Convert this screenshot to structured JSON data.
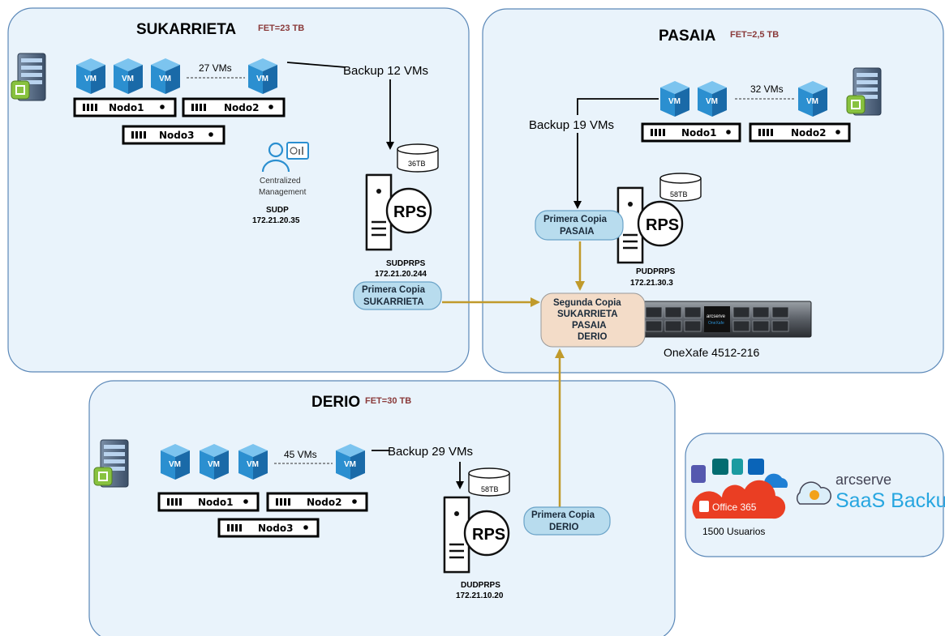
{
  "sites": {
    "sukarrieta": {
      "title": "SUKARRIETA",
      "fet": "FET=23 TB",
      "vm_label": "VM",
      "vm_count": "27 VMs",
      "backup": "Backup 12 VMs",
      "nodes": [
        "Nodo1",
        "Nodo2",
        "Nodo3"
      ],
      "mgmt": {
        "line1": "Centralized",
        "line2": "Management",
        "name": "SUDP",
        "ip": "172.21.20.35"
      },
      "rps": {
        "label": "RPS",
        "capacity": "36TB",
        "name": "SUDPRPS",
        "ip": "172.21.20.244"
      },
      "copy": {
        "line1": "Primera Copia",
        "line2": "SUKARRIETA"
      }
    },
    "pasaia": {
      "title": "PASAIA",
      "fet": "FET=2,5 TB",
      "vm_label": "VM",
      "vm_count": "32 VMs",
      "backup": "Backup 19 VMs",
      "nodes": [
        "Nodo1",
        "Nodo2"
      ],
      "rps": {
        "label": "RPS",
        "capacity": "58TB",
        "name": "PUDPRPS",
        "ip": "172.21.30.3"
      },
      "copy": {
        "line1": "Primera Copia",
        "line2": "PASAIA"
      }
    },
    "derio": {
      "title": "DERIO",
      "fet": "FET=30 TB",
      "vm_label": "VM",
      "vm_count": "45 VMs",
      "backup": "Backup 29 VMs",
      "nodes": [
        "Nodo1",
        "Nodo2",
        "Nodo3"
      ],
      "rps": {
        "label": "RPS",
        "capacity": "58TB",
        "name": "DUDPRPS",
        "ip": "172.21.10.20"
      },
      "copy": {
        "line1": "Primera Copia",
        "line2": "DERIO"
      }
    }
  },
  "second_copy": {
    "lines": [
      "Segunda Copia",
      "SUKARRIETA",
      "PASAIA",
      "DERIO"
    ]
  },
  "onexafe": {
    "label": "OneXafe 4512-216",
    "brand": "arcserve",
    "sub": "OneXafe"
  },
  "saas": {
    "office": "Office 365",
    "users": "1500 Usuarios",
    "brand_top": "arcserve",
    "brand_bottom": "SaaS Backup"
  },
  "colors": {
    "panel_fill": "#e9f3fb",
    "panel_stroke": "#5b88b8",
    "arrow": "#c09a2b",
    "pill_fill": "#b8dcee",
    "pill_stroke": "#6aa3c8",
    "second_fill": "#f3dcc8",
    "vm_blue": "#2b8fd0"
  }
}
